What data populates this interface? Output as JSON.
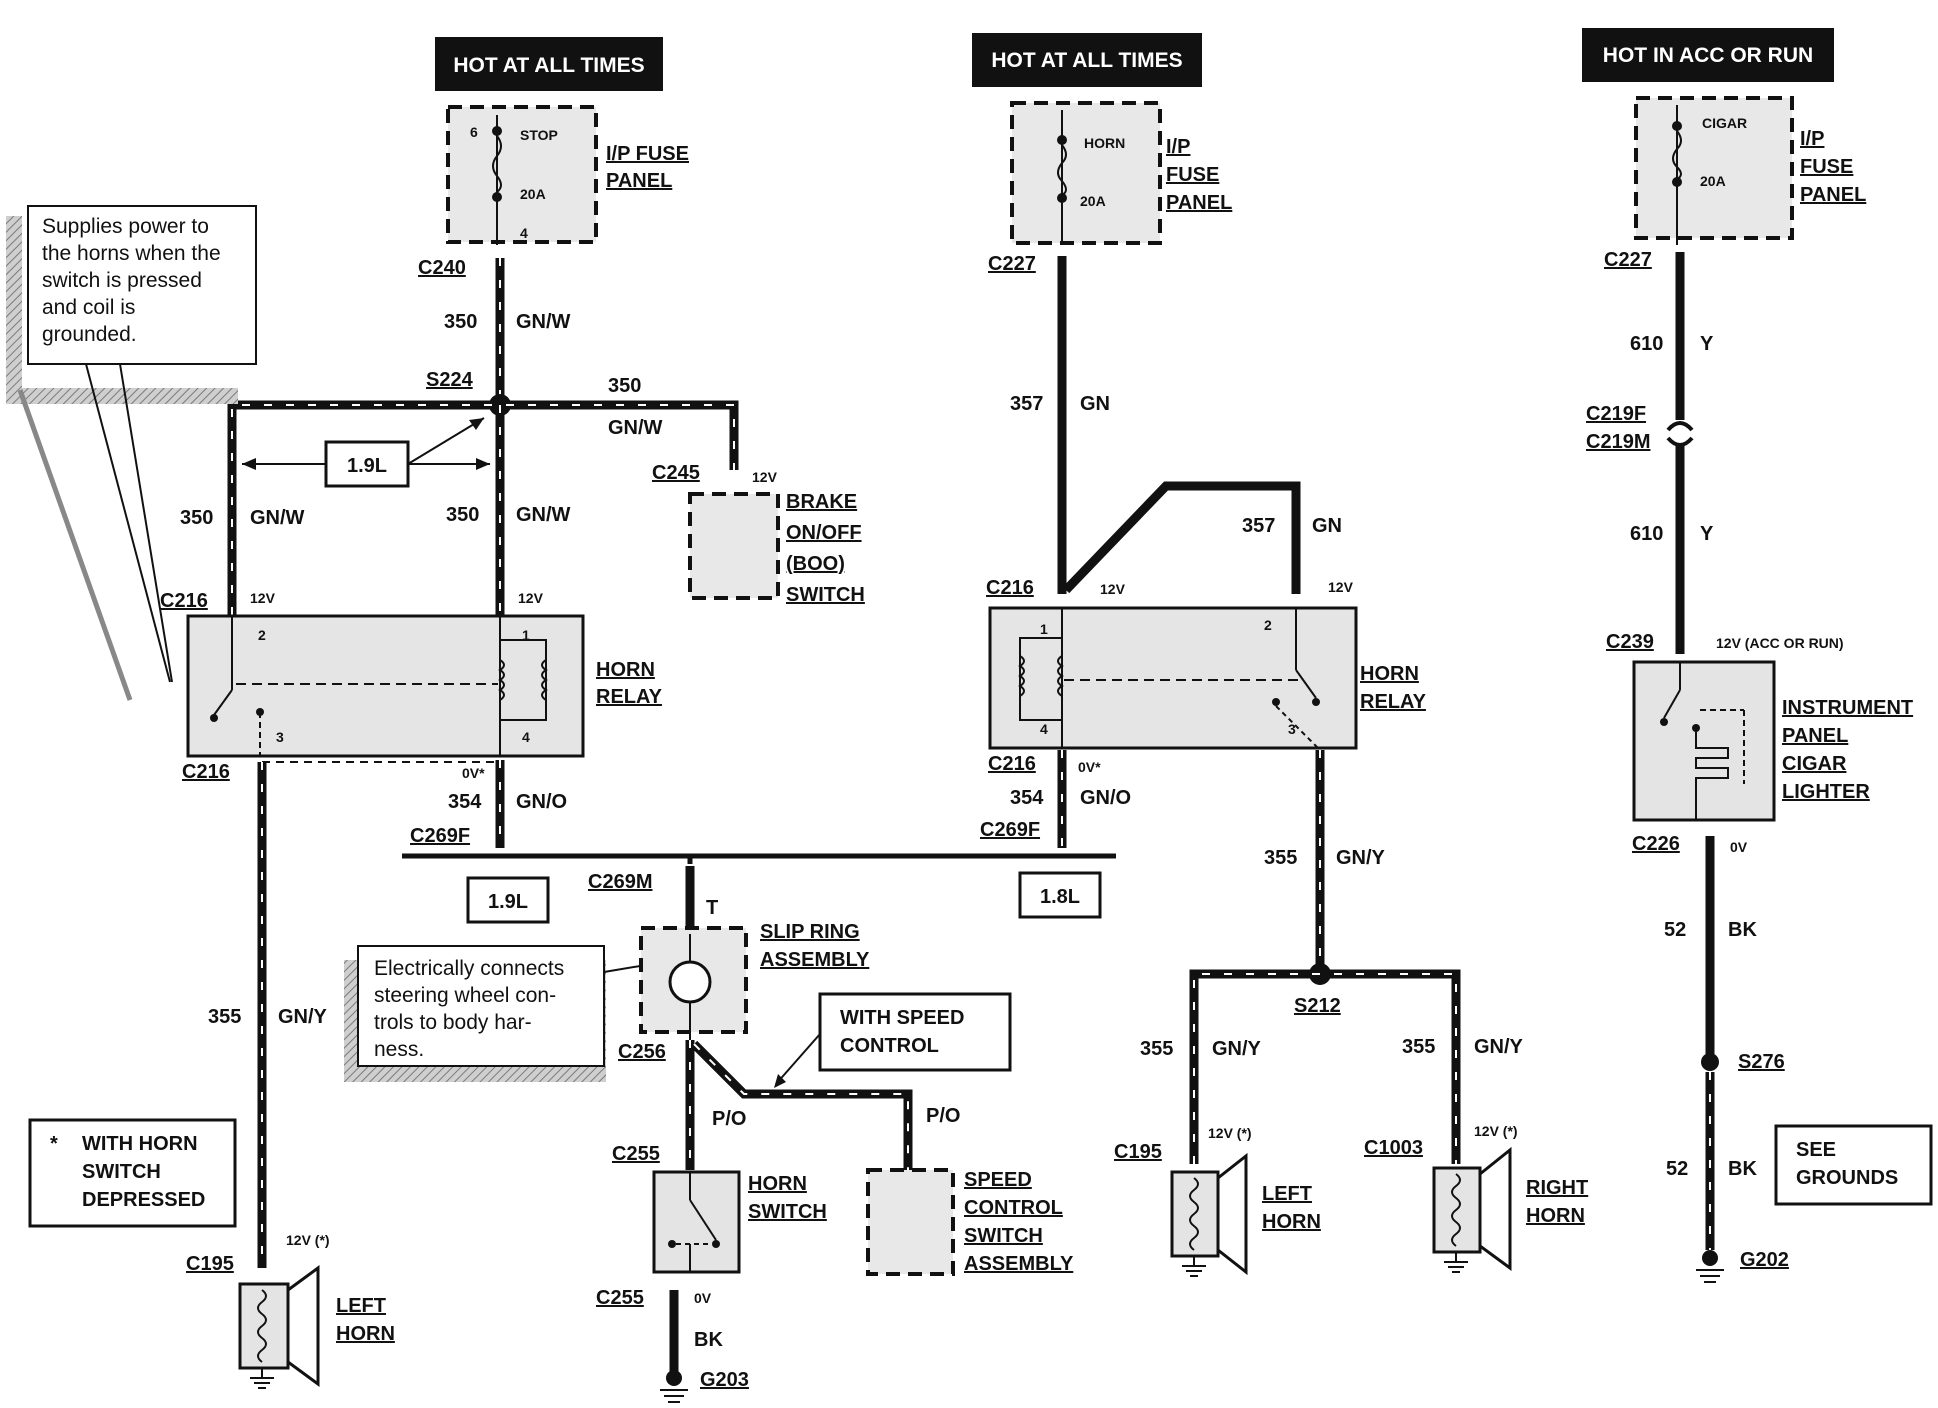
{
  "headers": {
    "left": "HOT AT ALL TIMES",
    "center": "HOT AT ALL TIMES",
    "right": "HOT IN ACC OR RUN"
  },
  "fuses": {
    "stop": {
      "name": "STOP",
      "rating": "20A",
      "pin_in": "6",
      "pin_out": "4",
      "panel_l1": "I/P FUSE",
      "panel_l2": "PANEL"
    },
    "horn": {
      "name": "HORN",
      "rating": "20A",
      "panel_l1": "I/P",
      "panel_l2": "FUSE",
      "panel_l3": "PANEL"
    },
    "cigar": {
      "name": "CIGAR",
      "rating": "20A",
      "panel_l1": "I/P",
      "panel_l2": "FUSE",
      "panel_l3": "PANEL"
    }
  },
  "notes": {
    "horn_power": [
      "Supplies power to",
      "the horns when the",
      "switch is pressed",
      "and coil is",
      "grounded."
    ],
    "slip_ring": [
      "Electrically connects",
      "steering wheel con-",
      "trols to body har-",
      "ness."
    ],
    "footnote_star": "*",
    "footnote": [
      "WITH HORN",
      "SWITCH",
      "DEPRESSED"
    ]
  },
  "connectors": {
    "c240": "C240",
    "s224": "S224",
    "c245": "C245",
    "c216": "C216",
    "c269f": "C269F",
    "c269m": "C269M",
    "c256": "C256",
    "c255": "C255",
    "c195": "C195",
    "c227": "C227",
    "c219f": "C219F",
    "c219m": "C219M",
    "c239": "C239",
    "c226": "C226",
    "s212": "S212",
    "c1003": "C1003",
    "s276": "S276",
    "g202": "G202",
    "g203": "G203"
  },
  "wires": {
    "w350": "350",
    "gnw": "GN/W",
    "w354": "354",
    "gno": "GN/O",
    "w355": "355",
    "gny": "GN/Y",
    "w357": "357",
    "gn": "GN",
    "w610": "610",
    "y": "Y",
    "w52": "52",
    "bk": "BK",
    "t": "T",
    "po": "P/O"
  },
  "voltages": {
    "v12": "12V",
    "v0": "0V",
    "v0star": "0V*",
    "v12star": "12V (*)",
    "v12acc": "12V (ACC OR RUN)"
  },
  "variants": {
    "l19": "1.9L",
    "l18": "1.8L"
  },
  "pins": {
    "p1": "1",
    "p2": "2",
    "p3": "3",
    "p4": "4"
  },
  "components": {
    "horn_relay": [
      "HORN",
      "RELAY"
    ],
    "boo_switch": [
      "BRAKE",
      "ON/OFF",
      "(BOO)",
      "SWITCH"
    ],
    "slip_ring": [
      "SLIP RING",
      "ASSEMBLY"
    ],
    "speed_control_callout": [
      "WITH SPEED",
      "CONTROL"
    ],
    "horn_switch": [
      "HORN",
      "SWITCH"
    ],
    "speed_switch": [
      "SPEED",
      "CONTROL",
      "SWITCH",
      "ASSEMBLY"
    ],
    "left_horn": [
      "LEFT",
      "HORN"
    ],
    "right_horn": [
      "RIGHT",
      "HORN"
    ],
    "cigar_lighter": [
      "INSTRUMENT",
      "PANEL",
      "CIGAR",
      "LIGHTER"
    ],
    "see_grounds": [
      "SEE",
      "GROUNDS"
    ]
  }
}
